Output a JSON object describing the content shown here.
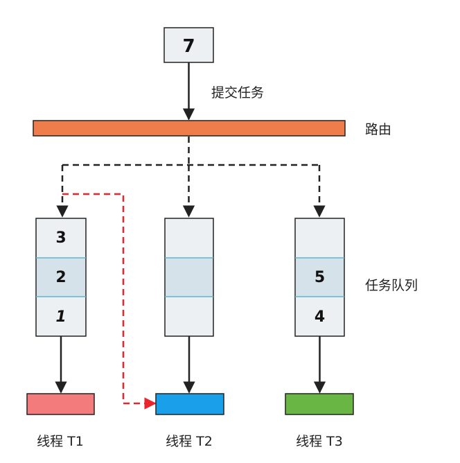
{
  "task_box": {
    "label": "7"
  },
  "labels": {
    "submit": "提交任务",
    "router": "路由",
    "queue": "任务队列"
  },
  "queues": [
    {
      "cells": [
        "3",
        "2",
        "1"
      ]
    },
    {
      "cells": [
        "",
        "",
        ""
      ]
    },
    {
      "cells": [
        "",
        "5",
        "4"
      ]
    }
  ],
  "threads": [
    {
      "label": "线程 T1",
      "color": "#f47b7b"
    },
    {
      "label": "线程 T2",
      "color": "#1a9fea"
    },
    {
      "label": "线程 T3",
      "color": "#6ab645"
    }
  ],
  "colors": {
    "router": "#ee7d4b",
    "box_fill": "#ecf0f3",
    "cell_mid_fill": "#d6e2ea",
    "divider": "#5bb6cf",
    "dashed_black": "#222222",
    "dashed_red": "#e8252b"
  }
}
